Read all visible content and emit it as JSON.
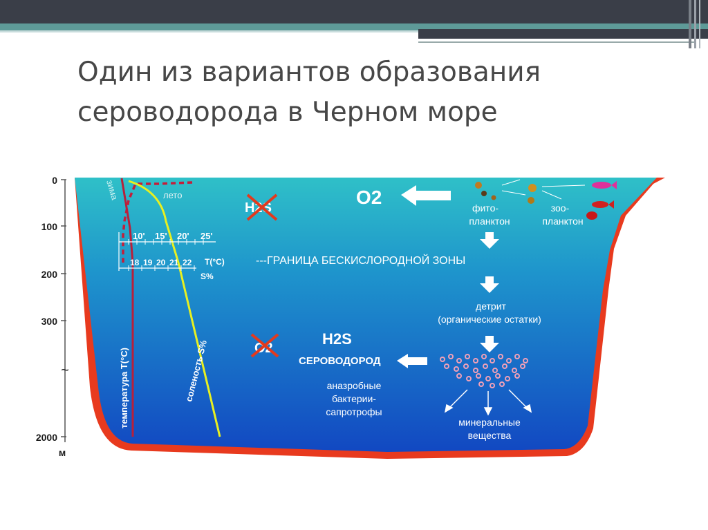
{
  "slide": {
    "title_line1": "Один из вариантов образования",
    "title_line2": "сероводорода в Черном море"
  },
  "diagram": {
    "depth_ticks": [
      "0",
      "100",
      "200",
      "300",
      "2000"
    ],
    "depth_unit": "м",
    "break_mark": "~",
    "winter_label": "зима",
    "summer_label": "лето",
    "temp_scale": [
      "10'",
      "15'",
      "20'",
      "25'"
    ],
    "temp_unit": "T(°C)",
    "salinity_scale": [
      "18",
      "19",
      "20",
      "21",
      "22"
    ],
    "salinity_unit": "S%",
    "temperature_axis": "температура T(°C)",
    "salinity_axis": "соленость S%",
    "h2s_crossed": "H2S",
    "o2_label": "O2",
    "phyto_line1": "фито-",
    "phyto_line2": "планктон",
    "zoo_line1": "зоо-",
    "zoo_line2": "планктон",
    "boundary_label": "---ГРАНИЦА БЕСКИСЛОРОДНОЙ ЗОНЫ",
    "detritus_line1": "детрит",
    "detritus_line2": "(органические остатки)",
    "o2_crossed": "O2",
    "h2s_label": "H2S",
    "h2s_name": "СЕРОВОДОРОД",
    "bacteria_line1": "аназробные",
    "bacteria_line2": "бактерии-",
    "bacteria_line3": "сапротрофы",
    "minerals_line1": "минеральные",
    "minerals_line2": "вещества"
  },
  "colors": {
    "header_bar": "#3a3e48",
    "teal_stripe": "#5e9a98",
    "water_top": "#2bb8c4",
    "water_bottom": "#1450c4",
    "rim": "#e83a1e",
    "temperature_line": "#b8203a",
    "salinity_line": "#e8f020"
  }
}
